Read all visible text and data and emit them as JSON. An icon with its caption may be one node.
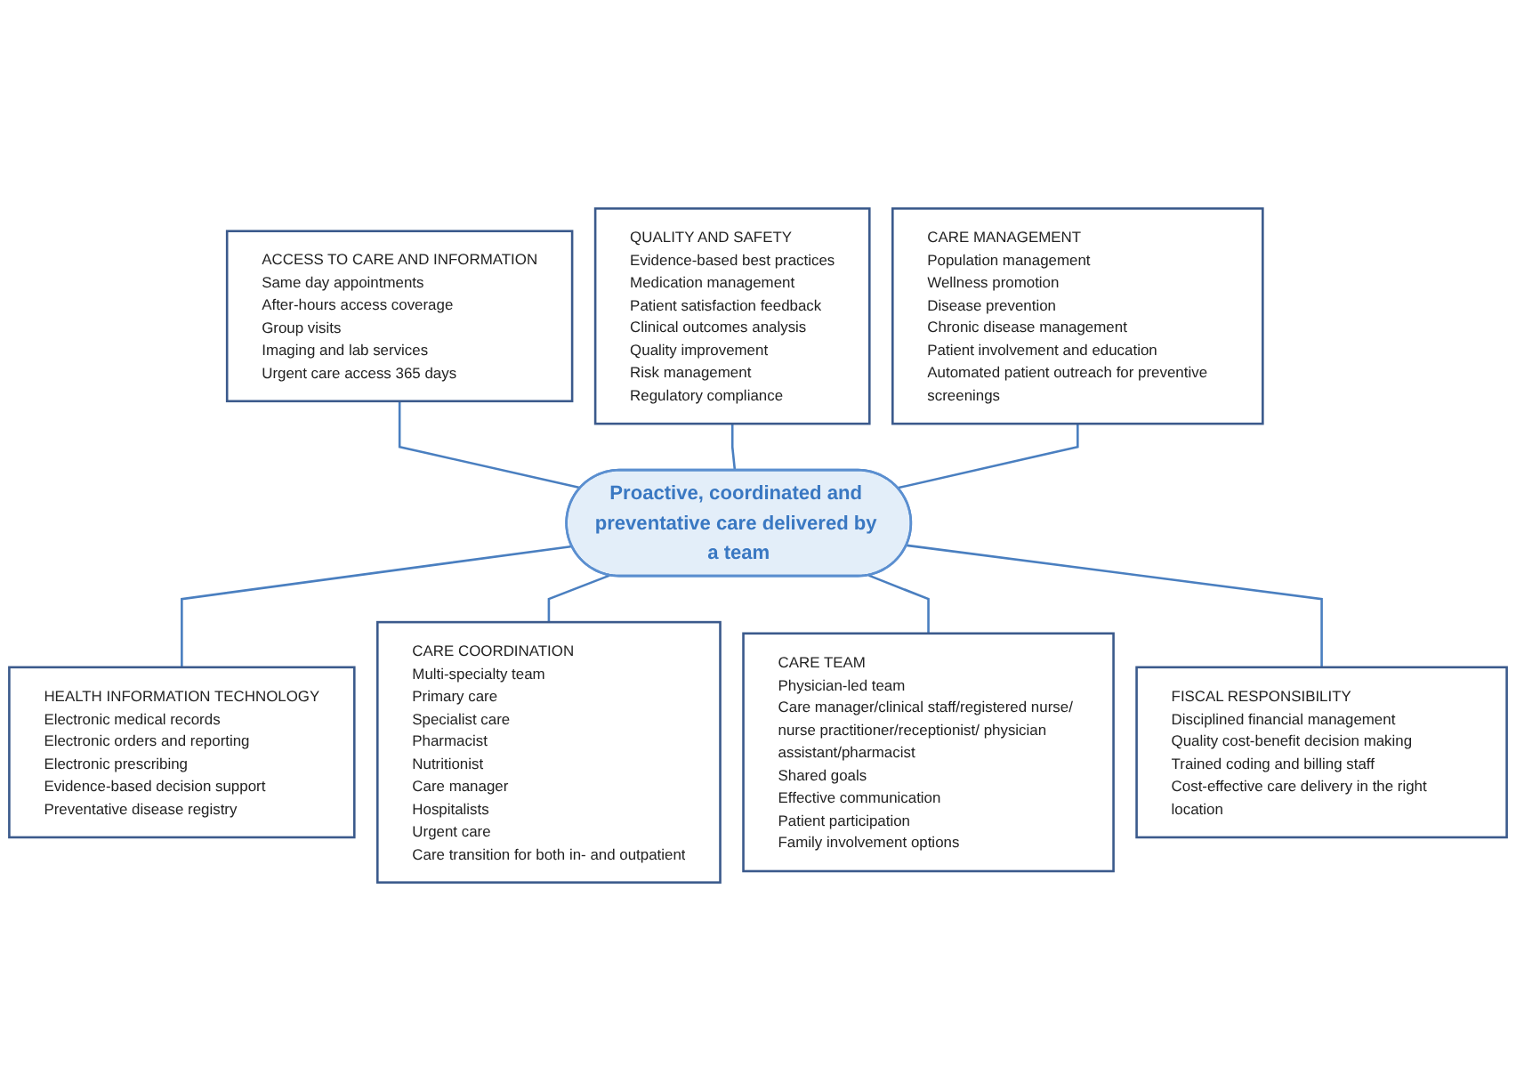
{
  "diagram": {
    "nodes": [
      {
        "text": [
          "ACCESS TO CARE AND INFORMATION",
          "Same day appointments",
          "After-hours access coverage",
          "Group visits",
          "Imaging and  lab services",
          "Urgent care access 365 days"
        ]
      },
      {
        "text": [
          "QUALITY AND SAFETY",
          "Evidence-based best practices",
          "Medication management",
          "Patient satisfaction feedback",
          "Clinical outcomes analysis",
          "Quality improvement",
          "Risk management",
          "Regulatory compliance"
        ]
      },
      {
        "text": [
          "Proactive, coordinated and preventative care delivered by a team"
        ]
      },
      {
        "text": [
          "CARE MANAGEMENT",
          "Population management",
          "Wellness promotion",
          "Disease prevention",
          "Chronic disease management",
          "Patient involvement and education",
          "Automated patient outreach for preventive screenings"
        ]
      },
      {
        "text": [
          "HEALTH INFORMATION TECHNOLOGY",
          "Electronic medical records",
          "Electronic orders and reporting",
          "Electronic prescribing",
          "Evidence-based decision support",
          "Preventative disease registry"
        ]
      },
      {
        "text": [
          "CARE COORDINATION",
          "Multi-specialty team",
          "Primary care",
          "Specialist care",
          "Pharmacist",
          "Nutritionist",
          "Care manager",
          "Hospitalists",
          "Urgent care",
          "Care transition for both in- and outpatient"
        ]
      },
      {
        "text": [
          "CARE TEAM",
          "Physician-led team",
          "Care manager/clinical staff/registered nurse/ nurse practitioner/receptionist/ physician assistant/pharmacist",
          "Shared goals",
          "Effective communication",
          "Patient participation",
          "Family involvement options"
        ]
      },
      {
        "text": [
          "FISCAL RESPONSIBILITY",
          "Disciplined financial management",
          "Quality cost-benefit decision making",
          "Trained coding and billing staff",
          "Cost-effective care delivery in the right location"
        ]
      }
    ],
    "edges": [
      {
        "from": 0,
        "to": 2,
        "arrow": "none"
      },
      {
        "from": 1,
        "to": 2,
        "arrow": "none"
      },
      {
        "from": 3,
        "to": 2,
        "arrow": "none"
      },
      {
        "from": 2,
        "to": 4,
        "arrow": "none"
      },
      {
        "from": 2,
        "to": 5,
        "arrow": "none"
      },
      {
        "from": 2,
        "to": 6,
        "arrow": "none"
      },
      {
        "from": 2,
        "to": 7,
        "arrow": "none"
      }
    ]
  }
}
